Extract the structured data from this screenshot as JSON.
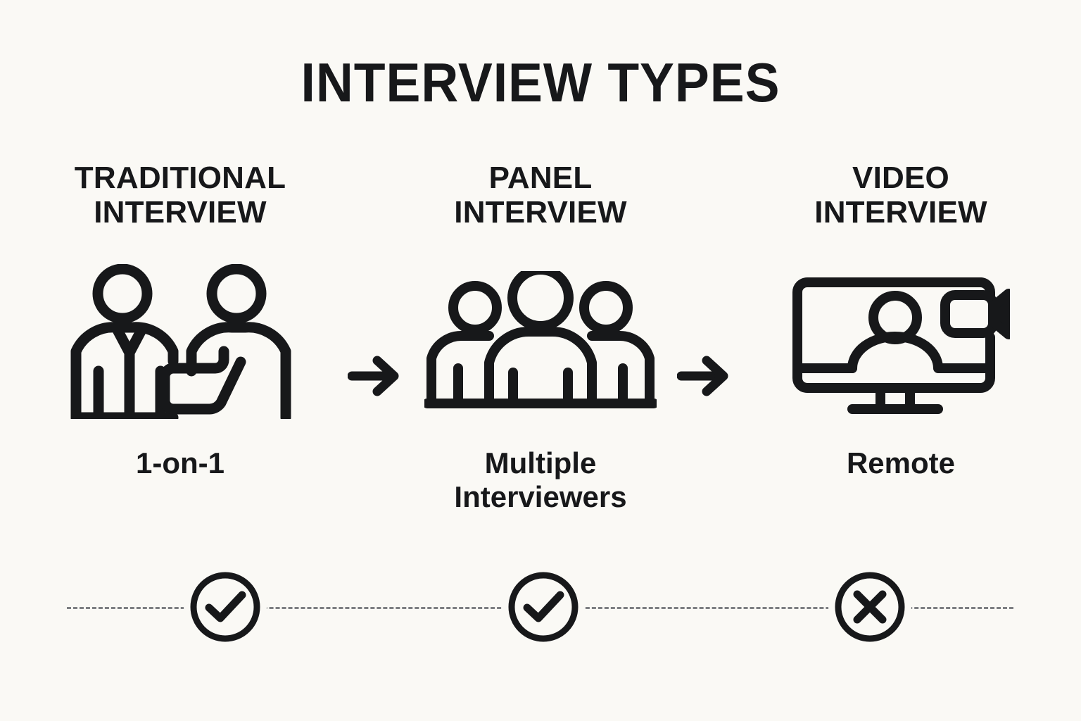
{
  "page": {
    "title": "INTERVIEW TYPES",
    "background_color": "#faf9f5",
    "ink_color": "#17181a",
    "dash_color": "#7d7f82"
  },
  "columns": [
    {
      "heading": "TRADITIONAL\nINTERVIEW",
      "icon": "two-people-handshake-icon",
      "caption": "1-on-1",
      "status": "check",
      "status_name": "status-badge-check"
    },
    {
      "heading": "PANEL\nINTERVIEW",
      "icon": "three-people-group-icon",
      "caption": "Multiple\nInterviewers",
      "status": "check",
      "status_name": "status-badge-check"
    },
    {
      "heading": "VIDEO\nINTERVIEW",
      "icon": "monitor-video-call-icon",
      "caption": "Remote",
      "status": "cross",
      "status_name": "status-badge-cross"
    }
  ],
  "connectors": [
    {
      "name": "arrow-right-icon",
      "from": "TRADITIONAL INTERVIEW",
      "to": "PANEL INTERVIEW"
    },
    {
      "name": "arrow-right-icon",
      "from": "PANEL INTERVIEW",
      "to": "VIDEO INTERVIEW"
    }
  ]
}
